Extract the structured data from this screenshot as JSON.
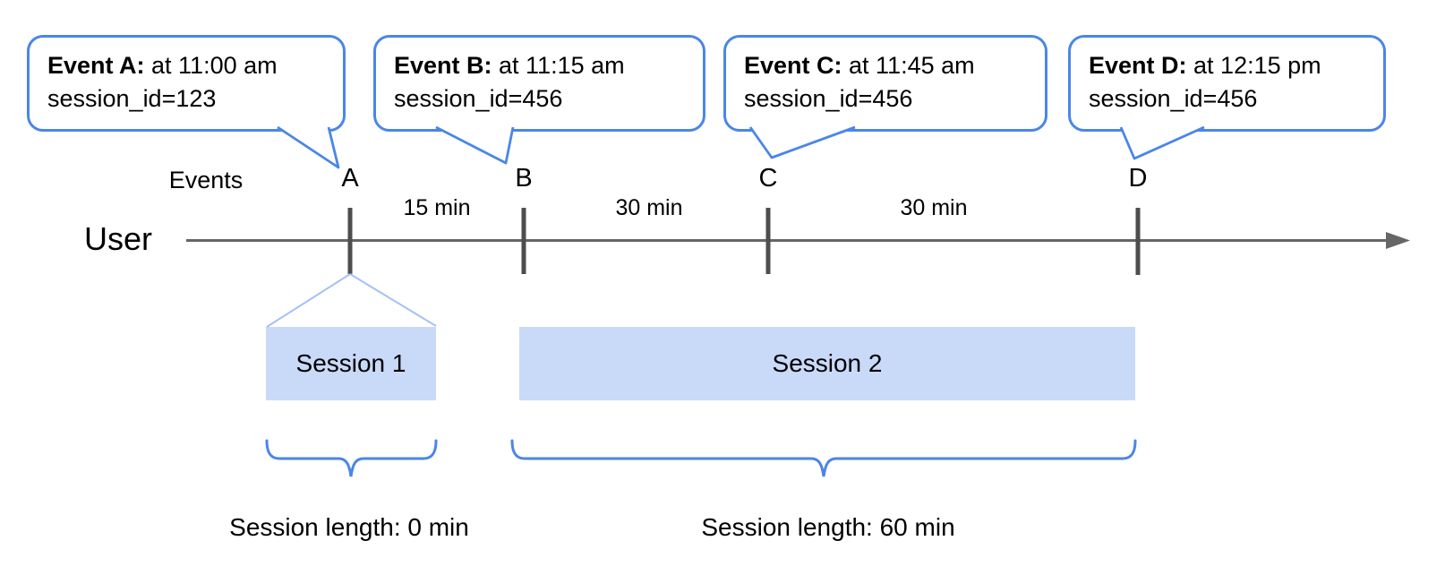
{
  "bubbles": [
    {
      "title": "Event A:",
      "time": " at 11:00 am",
      "detail": "session_id=123"
    },
    {
      "title": "Event B:",
      "time": " at 11:15 am",
      "detail": "session_id=456"
    },
    {
      "title": "Event C:",
      "time": " at 11:45 am",
      "detail": "session_id=456"
    },
    {
      "title": "Event D:",
      "time": " at 12:15 pm",
      "detail": "session_id=456"
    }
  ],
  "timeline": {
    "row_label": "User",
    "events_label": "Events",
    "tick_labels": [
      "A",
      "B",
      "C",
      "D"
    ],
    "interval_labels": [
      "15 min",
      "30 min",
      "30 min"
    ]
  },
  "sessions": {
    "session1": {
      "label": "Session 1",
      "length": "Session length: 0 min"
    },
    "session2": {
      "label": "Session 2",
      "length": "Session length: 60 min"
    }
  },
  "colors": {
    "bubble_border": "#4a86e8",
    "brace": "#4a86e8",
    "session_fill": "#c9daf8",
    "funnel_line": "#a4c2f4",
    "axis_line": "#666666",
    "tick_mark": "#4d4d4d",
    "text": "#000000"
  }
}
